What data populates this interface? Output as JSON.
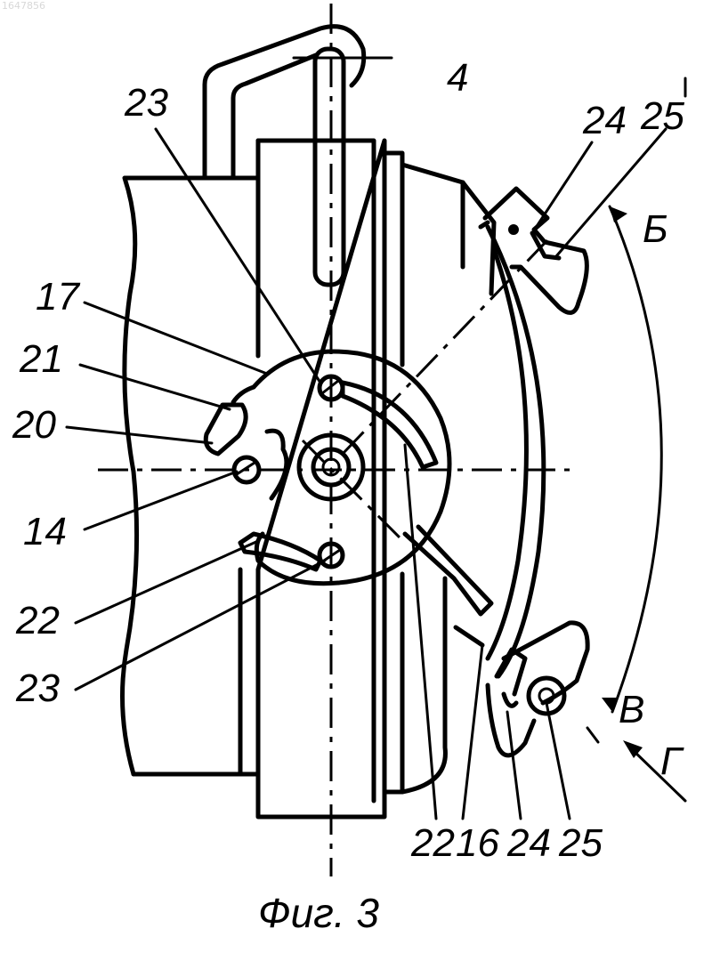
{
  "figure": {
    "watermark": "1647856",
    "caption": "Фиг. 3",
    "labels": {
      "l23_top": "23",
      "l4": "4",
      "l24_top": "24",
      "l25_top": "25",
      "l17": "17",
      "l21": "21",
      "l20": "20",
      "l14": "14",
      "l22_left": "22",
      "l23_bottom": "23",
      "lB_cyr": "Б",
      "lV": "В",
      "lG": "Г",
      "l22_bottom": "22",
      "l16": "16",
      "l24_bottom": "24",
      "l25_bottom": "25"
    }
  }
}
